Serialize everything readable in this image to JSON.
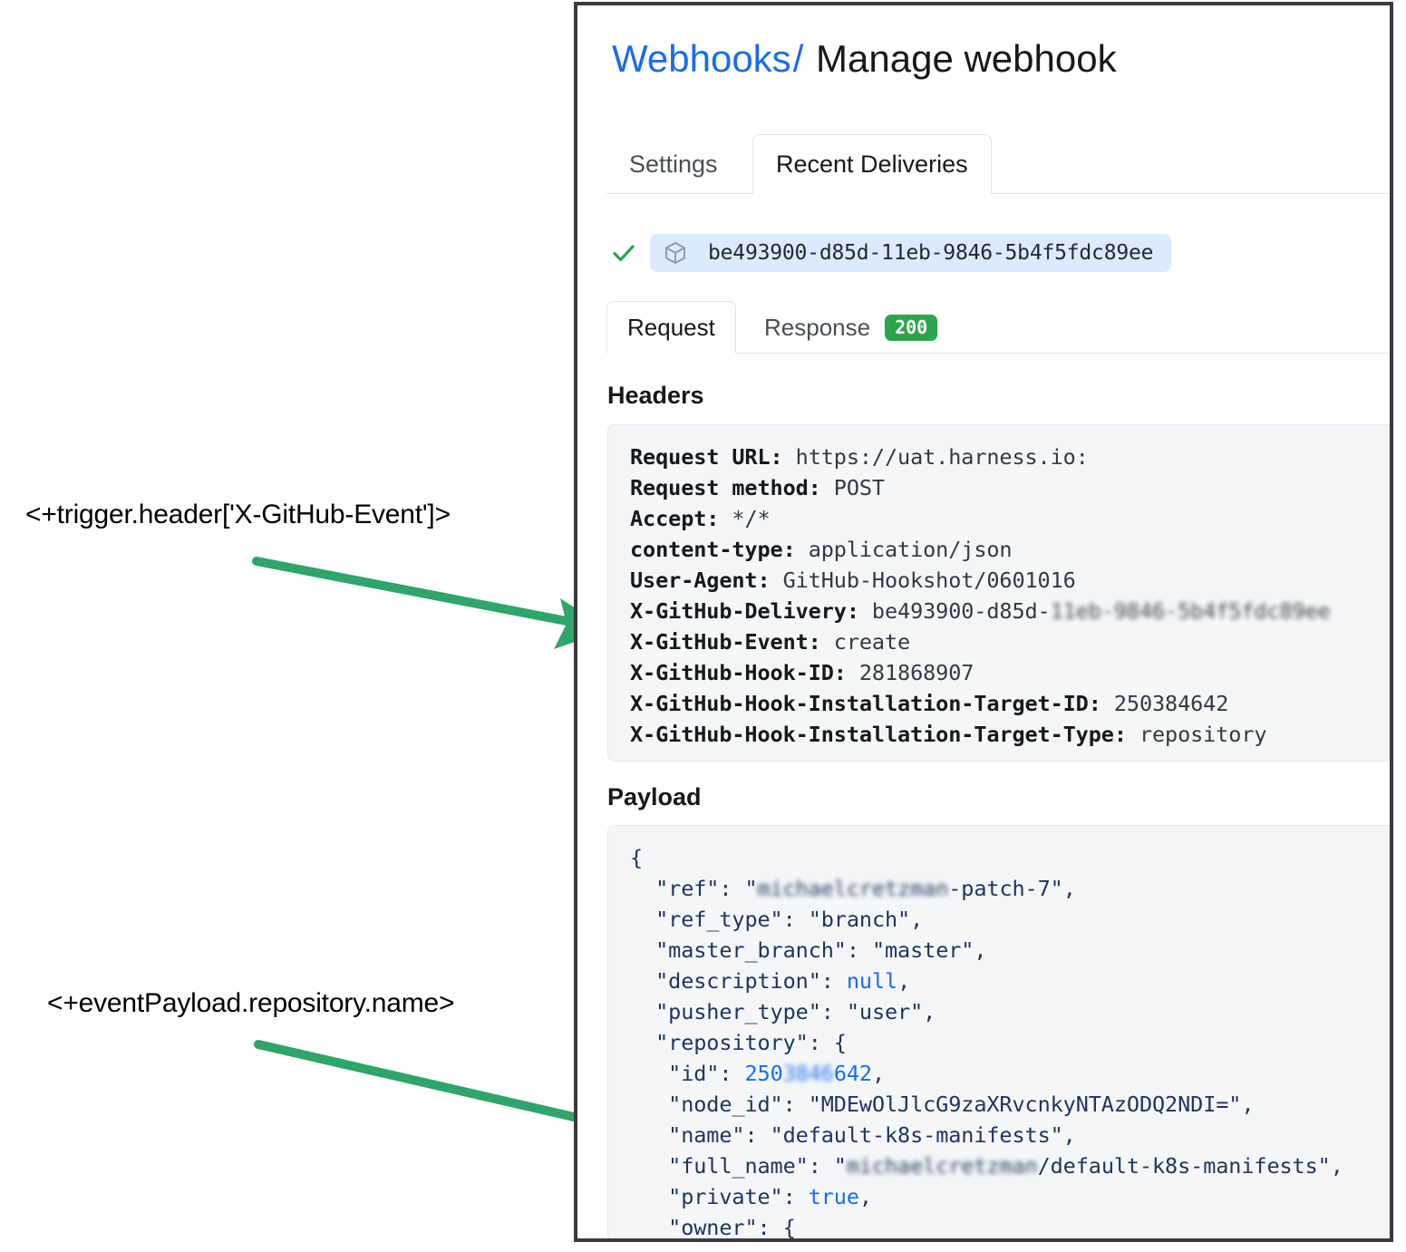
{
  "annotations": [
    {
      "id": "header-expr",
      "text": "<+trigger.header['X-GitHub-Event']>"
    },
    {
      "id": "payload-expr",
      "text": "<+eventPayload.repository.name>"
    }
  ],
  "arrow_color": "#2ea56b",
  "panel": {
    "breadcrumb": {
      "parent": "Webhooks",
      "separator": "/",
      "current": "Manage webhook",
      "link_color": "#1a6bf0"
    },
    "tabs": [
      {
        "label": "Settings",
        "active": false
      },
      {
        "label": "Recent Deliveries",
        "active": true
      }
    ],
    "delivery": {
      "status_icon": "check-icon",
      "package_icon": "cube-icon",
      "guid": "be493900-d85d-11eb-9846-5b4f5fdc89ee",
      "pill_color": "#dbeafe",
      "check_color": "#2da44e"
    },
    "detail_tabs": [
      {
        "label": "Request",
        "active": true,
        "badge": null
      },
      {
        "label": "Response",
        "active": false,
        "badge": "200",
        "badge_color": "#2da44e"
      }
    ],
    "headers_section": {
      "title": "Headers",
      "lines": [
        {
          "key": "Request URL:",
          "value": " https://uat.harness.io:"
        },
        {
          "key": "Request method:",
          "value": " POST"
        },
        {
          "key": "Accept:",
          "value": " */*"
        },
        {
          "key": "content-type:",
          "value": " application/json"
        },
        {
          "key": "User-Agent:",
          "value": " GitHub-Hookshot/0601016"
        },
        {
          "key": "X-GitHub-Delivery:",
          "value": " be493900-d85d-",
          "redacted": "11eb-9846-5b4f5fdc89ee"
        },
        {
          "key": "X-GitHub-Event:",
          "value": " create"
        },
        {
          "key": "X-GitHub-Hook-ID:",
          "value": " 281868907"
        },
        {
          "key": "X-GitHub-Hook-Installation-Target-ID:",
          "value": " 250384642"
        },
        {
          "key": "X-GitHub-Hook-Installation-Target-Type:",
          "value": " repository"
        }
      ]
    },
    "payload_section": {
      "title": "Payload",
      "lines": [
        {
          "indent": 0,
          "text": "{"
        },
        {
          "indent": 1,
          "key": "\"ref\"",
          "redacted_value": "michaelcretzman",
          "value_suffix": "-patch-7",
          "quoted": true,
          "comma": true
        },
        {
          "indent": 1,
          "key": "\"ref_type\"",
          "value": "\"branch\"",
          "type": "string",
          "comma": true
        },
        {
          "indent": 1,
          "key": "\"master_branch\"",
          "value": "\"master\"",
          "type": "string",
          "comma": true
        },
        {
          "indent": 1,
          "key": "\"description\"",
          "value": "null",
          "type": "literal",
          "comma": true
        },
        {
          "indent": 1,
          "key": "\"pusher_type\"",
          "value": "\"user\"",
          "type": "string",
          "comma": true
        },
        {
          "indent": 1,
          "key": "\"repository\"",
          "value": "{",
          "type": "open",
          "comma": false
        },
        {
          "indent": 2,
          "key": "\"id\"",
          "value_prefix": "250",
          "redacted_num": "3846",
          "value_suffix": "642",
          "type": "number",
          "comma": true
        },
        {
          "indent": 2,
          "key": "\"node_id\"",
          "value": "\"MDEwOlJlcG9zaXRvcnkyNTAzODQ2NDI=\"",
          "type": "string",
          "comma": true
        },
        {
          "indent": 2,
          "key": "\"name\"",
          "value": "\"default-k8s-manifests\"",
          "type": "string",
          "comma": true
        },
        {
          "indent": 2,
          "key": "\"full_name\"",
          "redacted_value": "michaelcretzman",
          "value_suffix": "/default-k8s-manifests",
          "quoted": true,
          "comma": true
        },
        {
          "indent": 2,
          "key": "\"private\"",
          "value": "true",
          "type": "literal",
          "comma": true
        },
        {
          "indent": 2,
          "key": "\"owner\"",
          "value": "{",
          "type": "open",
          "comma": false
        }
      ]
    }
  }
}
